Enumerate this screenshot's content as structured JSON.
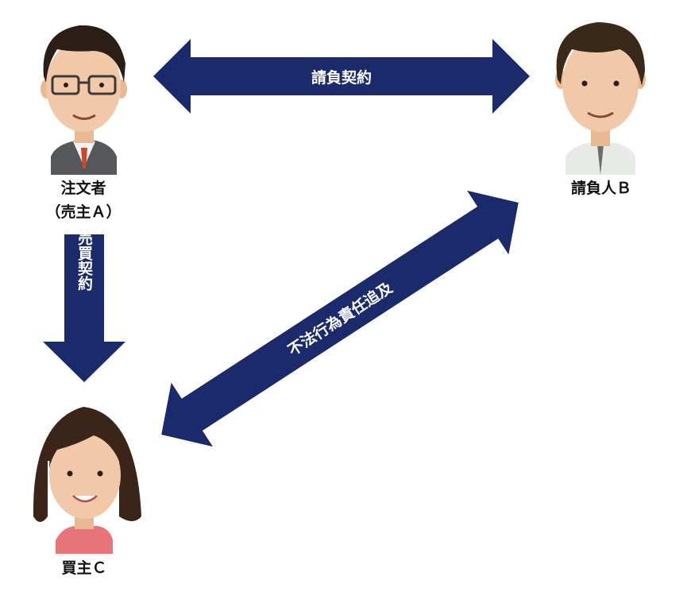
{
  "colors": {
    "arrow": "#1b2a6b",
    "arrow_text": "#ffffff",
    "label_text": "#111111",
    "skin": "#f2c9a8",
    "hair": "#2a1e17"
  },
  "persons": {
    "orderer": {
      "name": "注文者",
      "sub": "（売主Ａ）",
      "icon": "man-with-glasses-avatar"
    },
    "contractor": {
      "name": "請負人Ｂ",
      "icon": "young-man-avatar"
    },
    "buyer": {
      "name": "買主Ｃ",
      "icon": "young-woman-avatar"
    }
  },
  "arrows": {
    "contract_ab": {
      "label": "請負契約",
      "direction": "bidirectional"
    },
    "sale_ac": {
      "label": "売買契約",
      "direction": "downward"
    },
    "tort_bc": {
      "label": "不法行為責任追及",
      "direction": "bidirectional"
    }
  }
}
